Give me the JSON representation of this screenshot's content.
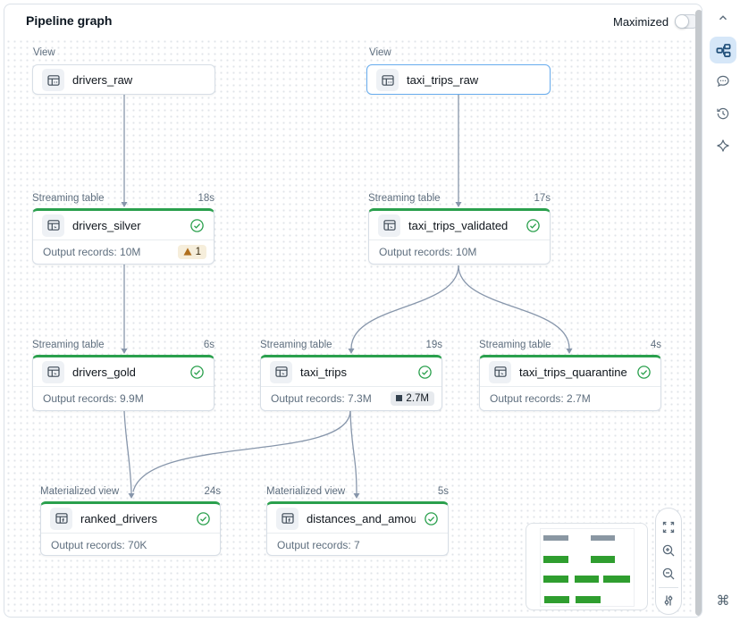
{
  "header": {
    "title": "Pipeline graph",
    "maximize_label": "Maximized"
  },
  "canvas": {
    "nodes": [
      {
        "kind": "View",
        "name": "drivers_raw"
      },
      {
        "kind": "View",
        "name": "taxi_trips_raw",
        "selected": true
      },
      {
        "kind": "Streaming table",
        "duration": "18s",
        "name": "drivers_silver",
        "status": "success",
        "output": "Output records: 10M",
        "warning_count": "1"
      },
      {
        "kind": "Streaming table",
        "duration": "17s",
        "name": "taxi_trips_validated",
        "status": "success",
        "output": "Output records: 10M"
      },
      {
        "kind": "Streaming table",
        "duration": "6s",
        "name": "drivers_gold",
        "status": "success",
        "output": "Output records: 9.9M"
      },
      {
        "kind": "Streaming table",
        "duration": "19s",
        "name": "taxi_trips",
        "status": "success",
        "output": "Output records: 7.3M",
        "dropped_records": "2.7M"
      },
      {
        "kind": "Streaming table",
        "duration": "4s",
        "name": "taxi_trips_quarantine",
        "status": "success",
        "output": "Output records: 2.7M"
      },
      {
        "kind": "Materialized view",
        "duration": "24s",
        "name": "ranked_drivers",
        "status": "success",
        "output": "Output records: 70K"
      },
      {
        "kind": "Materialized view",
        "duration": "5s",
        "name": "distances_and_amounts_b...",
        "status": "success",
        "output": "Output records: 7"
      }
    ],
    "edges": [
      "drivers_raw->drivers_silver",
      "taxi_trips_raw->taxi_trips_validated",
      "drivers_silver->drivers_gold",
      "taxi_trips_validated->taxi_trips",
      "taxi_trips_validated->taxi_trips_quarantine",
      "drivers_gold->ranked_drivers",
      "taxi_trips->ranked_drivers",
      "taxi_trips->distances_and_amounts_b..."
    ]
  },
  "colors": {
    "success_green": "#2aa04d",
    "minimap_green": "#2f9e2f",
    "minimap_gray": "#8a97a3",
    "selected_blue": "#67acee",
    "edge_gray": "#8796ab",
    "warning_badge_bg": "#f6eedb",
    "warning_triangle": "#b06f1e",
    "active_icon_bg": "#d6e7f8"
  },
  "sidebar_icons": [
    "collapse-chevron-up",
    "pipeline-graph",
    "comments",
    "history",
    "assistant-sparkle",
    "command"
  ],
  "zoom_controls": [
    "fit-to-screen",
    "zoom-in",
    "zoom-out",
    "graph-settings"
  ]
}
